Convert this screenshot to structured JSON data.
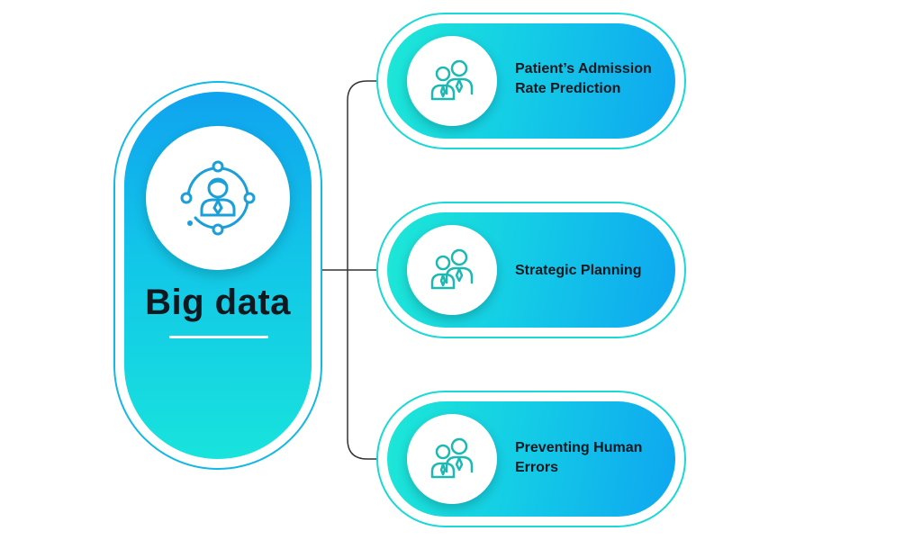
{
  "main": {
    "title": "Big data",
    "icon": "user-network-icon",
    "accent_color": "#12b8e6"
  },
  "items": [
    {
      "label": "Patient’s Admission Rate Prediction",
      "icon": "two-users-icon"
    },
    {
      "label": "Strategic Planning",
      "icon": "two-users-icon"
    },
    {
      "label": "Preventing Human Errors",
      "icon": "two-users-icon"
    }
  ],
  "colors": {
    "gradient_start": "#1de8d6",
    "gradient_end": "#0ea6f0",
    "icon_stroke": "#1a9fd8",
    "icon_stroke_items": "#1cb9b4",
    "connector": "#333333"
  }
}
